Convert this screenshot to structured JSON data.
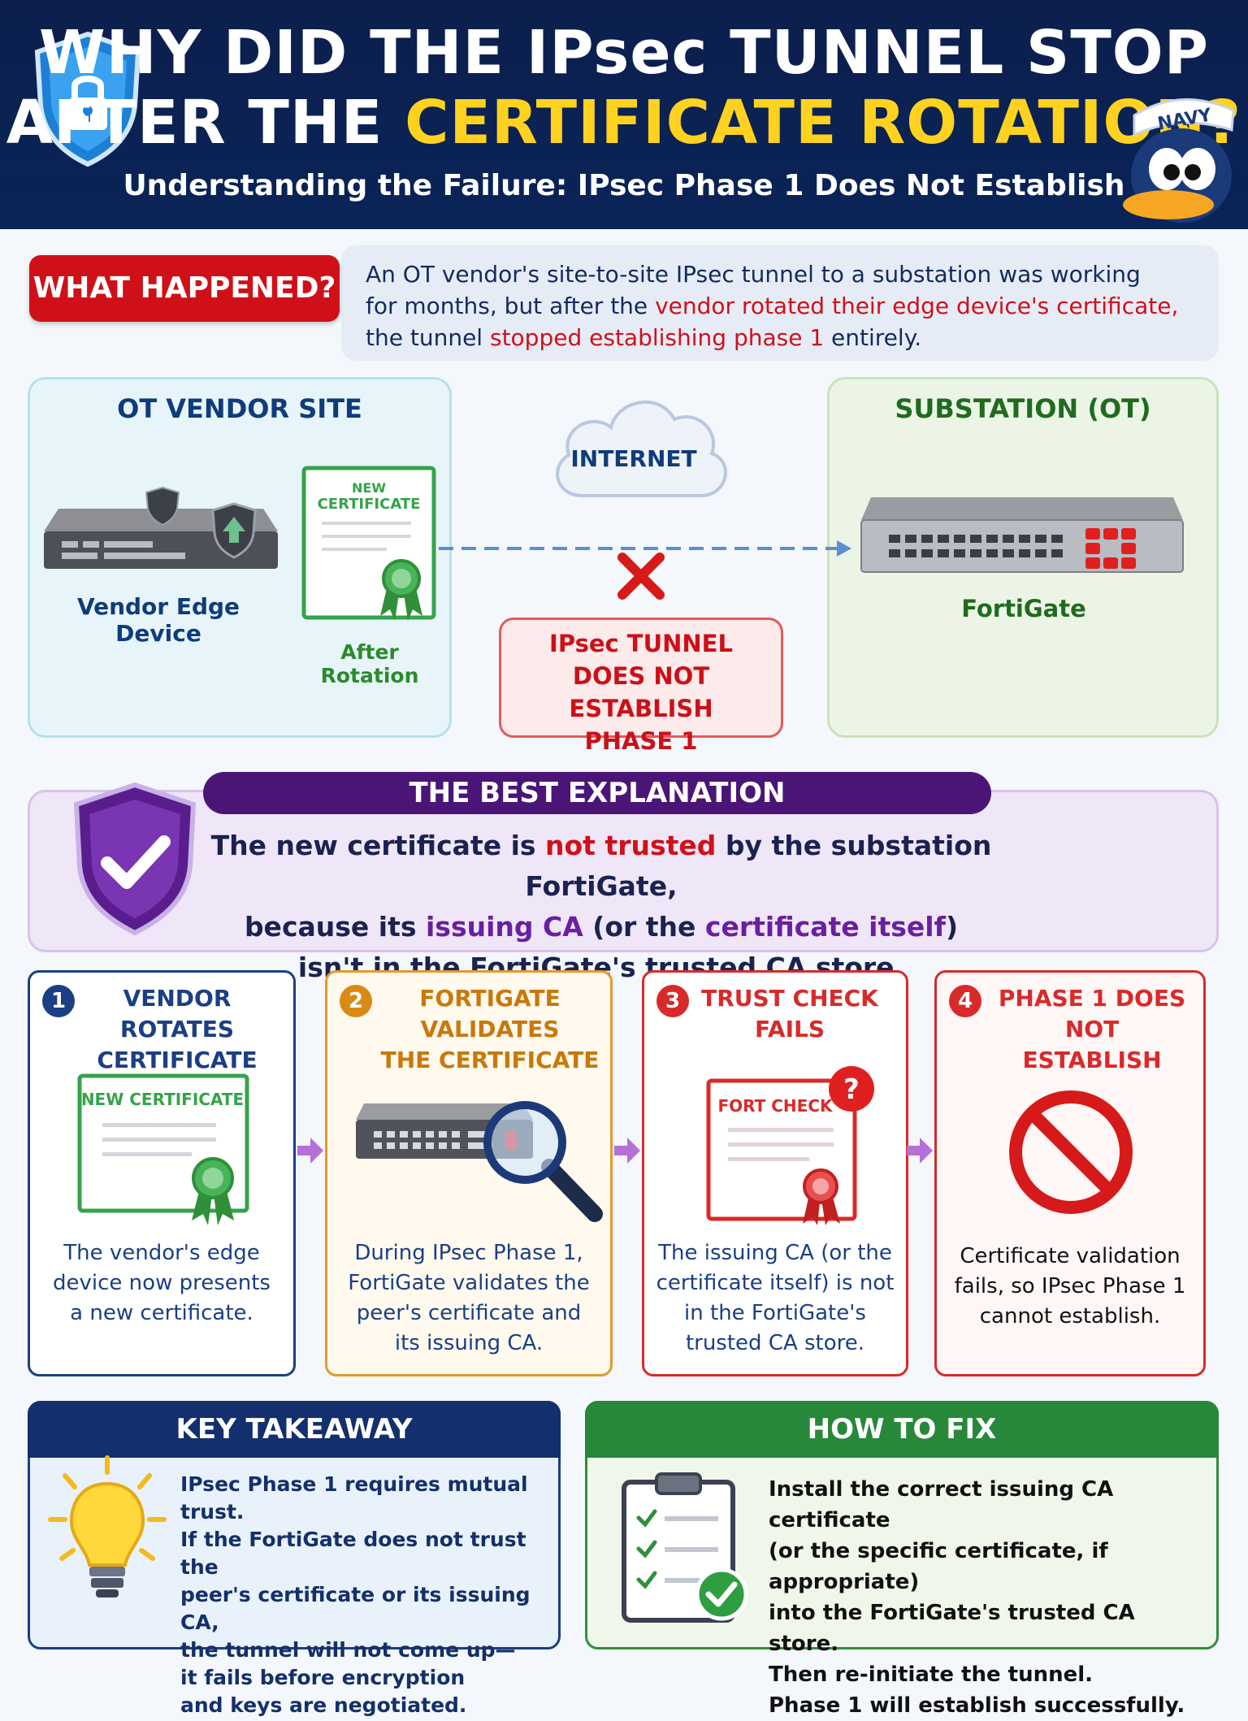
{
  "header": {
    "title_line1": "WHY DID THE IPsec TUNNEL STOP",
    "title_line2_prefix": "AFTER THE ",
    "title_line2_highlight": "CERTIFICATE ROTATION?",
    "subtitle": "Understanding the Failure: IPsec Phase 1 Does Not Establish",
    "mascot_hat_text": "NAVY"
  },
  "what_happened": {
    "badge": "WHAT HAPPENED?",
    "line1": "An OT vendor's site-to-site IPsec tunnel to a substation was working",
    "line2_prefix": "for months, but after the ",
    "line2_highlight": "vendor rotated their edge device's certificate,",
    "line3_prefix": "the tunnel ",
    "line3_highlight": "stopped establishing phase 1",
    "line3_suffix": " entirely."
  },
  "diagram": {
    "vendor_title": "OT VENDOR SITE",
    "vendor_device": "Vendor Edge Device",
    "cert_text_line1": "NEW",
    "cert_text_line2": "CERTIFICATE",
    "after_rotation": "After Rotation",
    "cloud": "INTERNET",
    "substation_title": "SUBSTATION (OT)",
    "fortigate": "FortiGate",
    "tunnel_line1": "IPsec TUNNEL",
    "tunnel_line2": "DOES NOT ESTABLISH",
    "tunnel_line3": "PHASE 1"
  },
  "explanation": {
    "banner": "THE BEST EXPLANATION",
    "l1_a": "The new certificate is ",
    "l1_b": "not trusted",
    "l1_c": " by the substation FortiGate,",
    "l2_a": "because its ",
    "l2_b": "issuing CA",
    "l2_c": " (or the ",
    "l2_d": "certificate itself",
    "l2_e": ")",
    "l3": "isn't in the FortiGate's trusted CA store."
  },
  "steps": [
    {
      "num": "1",
      "title1": "VENDOR ROTATES",
      "title2": "CERTIFICATE",
      "card": "NEW CERTIFICATE",
      "body": [
        "The vendor's edge",
        "device now presents",
        "a new certificate."
      ]
    },
    {
      "num": "2",
      "title1": "FORTIGATE VALIDATES",
      "title2": "THE CERTIFICATE",
      "body": [
        "During IPsec Phase 1,",
        "FortiGate validates the",
        "peer's certificate and",
        "its issuing CA."
      ]
    },
    {
      "num": "3",
      "title1": "TRUST CHECK",
      "title2": "FAILS",
      "card": "FORT CHECK",
      "body": [
        "The issuing CA (or the",
        "certificate itself) is not",
        "in the FortiGate's",
        "trusted CA store."
      ]
    },
    {
      "num": "4",
      "title1": "PHASE 1 DOES NOT",
      "title2": "ESTABLISH",
      "body": [
        "Certificate validation",
        "fails, so IPsec Phase 1",
        "cannot establish."
      ]
    }
  ],
  "key_takeaway": {
    "title": "KEY TAKEAWAY",
    "lines": [
      "IPsec Phase 1 requires mutual trust.",
      "If the FortiGate does not trust the",
      "peer's certificate or its issuing CA,",
      "the tunnel will not come up—",
      "it fails before encryption",
      "and keys are negotiated."
    ]
  },
  "how_to_fix": {
    "title": "HOW TO FIX",
    "lines": [
      "Install the correct issuing CA certificate",
      "(or the specific certificate, if appropriate)",
      "into the FortiGate's trusted CA store.",
      "Then re-initiate the tunnel.",
      "Phase 1 will establish successfully."
    ]
  },
  "colors": {
    "navy": "#0c1f4d",
    "red": "#cf1019",
    "yellow": "#ffd21f",
    "purple": "#4b1577",
    "green": "#27883a",
    "orange": "#e49a2a"
  }
}
